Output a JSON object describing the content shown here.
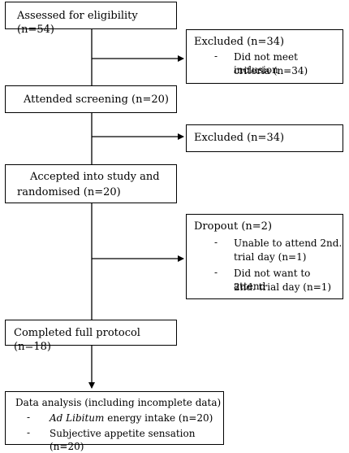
{
  "flowchart": {
    "assessed": "Assessed for eligibility (n=54)",
    "excluded1": {
      "title": "Excluded (n=34)",
      "items": [
        "Did not meet inclusion",
        "criteria (n=34)"
      ]
    },
    "screening": "Attended screening (n=20)",
    "excluded2": {
      "title": "Excluded (n=34)"
    },
    "accepted": {
      "line1": "Accepted into study and",
      "line2": "randomised (n=20)"
    },
    "dropout": {
      "title": "Dropout (n=2)",
      "item1": [
        "Unable to attend 2nd.",
        "trial day (n=1)"
      ],
      "item2": [
        "Did not want to attend",
        "2nd. trial day (n=1)"
      ]
    },
    "completed": "Completed full protocol (n=18)",
    "analysis": {
      "title": "Data analysis (including incomplete data)",
      "item1_italic": "Ad Libitum",
      "item1_rest": " energy intake (n=20)",
      "item2": "Subjective appetite sensation (n=20)"
    }
  }
}
